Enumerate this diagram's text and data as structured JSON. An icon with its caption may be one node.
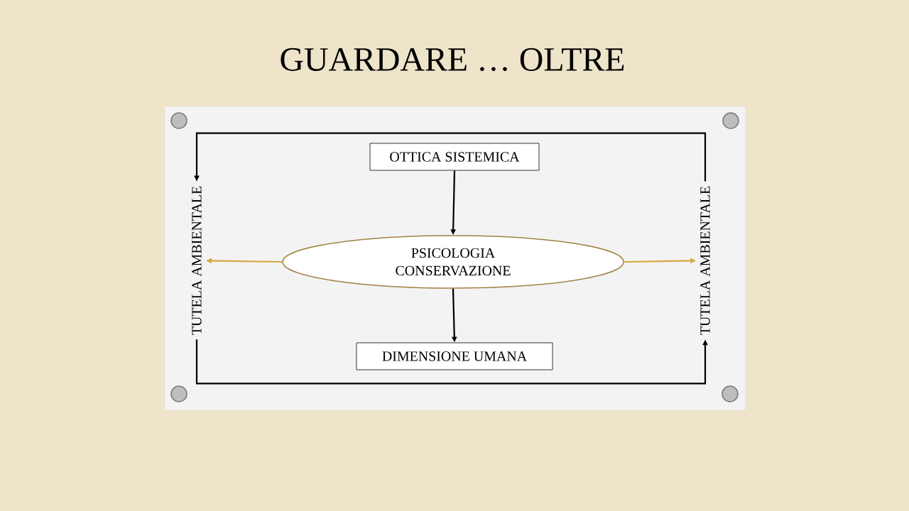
{
  "diagram": {
    "title": "GUARDARE … OLTRE",
    "nodes": [
      {
        "text": [
          "OTTICA SISTEMICA"
        ]
      },
      {
        "text": [
          "PSICOLOGIA CONSERVAZIONE"
        ]
      },
      {
        "text": [
          "DIMENSIONE UMANA"
        ]
      },
      {
        "text": [
          "TUTELA AMBIENTALE"
        ]
      },
      {
        "text": [
          "TUTELA AMBIENTALE"
        ]
      }
    ],
    "edges": [
      {
        "from": 0,
        "to": 1,
        "arrow": "to"
      },
      {
        "from": 1,
        "to": 2,
        "arrow": "to"
      },
      {
        "from": 1,
        "to": 3,
        "arrow": "to",
        "color": "#d4a640"
      },
      {
        "from": 1,
        "to": 4,
        "arrow": "to",
        "color": "#d4a640"
      },
      {
        "from": 4,
        "to": 3,
        "arrow": "to"
      },
      {
        "from": 3,
        "to": 4,
        "arrow": "to"
      }
    ]
  }
}
